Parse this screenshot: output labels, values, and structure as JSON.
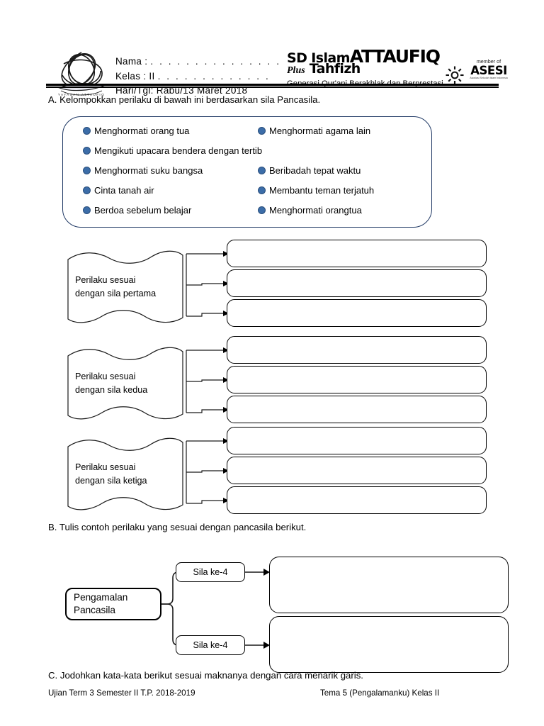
{
  "header": {
    "logo_name": "school-crest-logo",
    "logo_caption": "YAYASAN ATTAUFIQ",
    "fields": [
      {
        "label": "Nama :",
        "value": ". . . . . . . . . . . . . . ."
      },
      {
        "label": "Kelas   : II",
        "value": ". . . . . . . . . . . . ."
      },
      {
        "label": "Hari/Tgl:",
        "value": "Rabu/13 Maret 2018"
      }
    ],
    "brand": {
      "line1": "SD Islam",
      "line1_big": "ATTAUFIQ",
      "plus": "Plus",
      "line2": "Tahfizh",
      "tagline": "Generasi Qur'ani Berakhlak dan Berprestasi"
    },
    "asesi": {
      "member_of": "member of",
      "name": "ASESI",
      "sub": "Asosiasi Sekolah Islam Indonesia"
    }
  },
  "sections": {
    "a": {
      "heading": "A. Kelompokkan perilaku di bawah ini berdasarkan sila Pancasila.",
      "bullets_left": [
        "Menghormati orang tua",
        "Mengikuti upacara  bendera dengan tertib",
        "Menghormati suku bangsa",
        "Cinta tanah air",
        "Berdoa sebelum belajar"
      ],
      "bullets_right": [
        "Menghormati agama lain",
        "Beribadah tepat waktu",
        "Membantu teman terjatuh",
        "Menghormati orangtua"
      ],
      "groups": [
        {
          "label_line1": "Perilaku  sesuai",
          "label_line2": "dengan sila pertama",
          "answers": [
            "",
            "",
            ""
          ]
        },
        {
          "label_line1": "Perilaku  sesuai",
          "label_line2": "dengan sila kedua",
          "answers": [
            "",
            "",
            ""
          ]
        },
        {
          "label_line1": "Perilaku  sesuai",
          "label_line2": "dengan sila ketiga",
          "answers": [
            "",
            "",
            ""
          ]
        }
      ]
    },
    "b": {
      "heading": "B. Tulis contoh perilaku yang sesuai dengan pancasila berikut.",
      "root_label": "Pengamalan Pancasila",
      "branches": [
        {
          "label": "Sila ke-4",
          "answer": ""
        },
        {
          "label": "Sila ke-4",
          "answer": ""
        }
      ]
    },
    "c": {
      "heading": "C. Jodohkan kata-kata berikut sesuai maknanya dengan cara menarik garis."
    }
  },
  "footer": {
    "left": "Ujian Term 3 Semester II  T.P. 2018-2019",
    "right": "Tema 5 (Pengalamanku)  Kelas II"
  },
  "colors": {
    "bullet_fill": "#3c6da8",
    "bullet_stroke": "#2a4f7c",
    "panel_border": "#1f3864",
    "ink": "#000000",
    "paper": "#ffffff"
  }
}
